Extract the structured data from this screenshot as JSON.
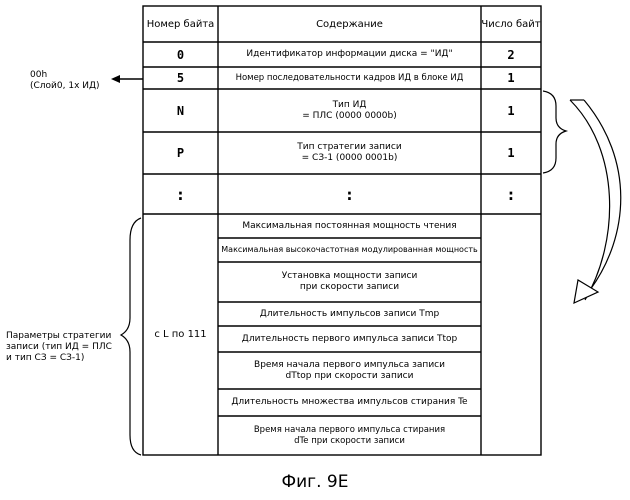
{
  "header": {
    "byte_no": "Номер байта",
    "content": "Содержание",
    "count": "Число байт"
  },
  "rows": [
    {
      "byte": "0",
      "content": "Идентификатор информации диска = \"ИД\"",
      "count": "2"
    },
    {
      "byte": "5",
      "content": "Номер последовательности кадров ИД в блоке ИД",
      "count": "1"
    },
    {
      "byte": "N",
      "content": "Тип ИД\n= ПЛС (0000 0000b)",
      "count": "1"
    },
    {
      "byte": "P",
      "content": "Тип стратегии записи\n= СЗ-1 (0000 0001b)",
      "count": "1"
    },
    {
      "byte": ":",
      "content": ":",
      "count": ":"
    }
  ],
  "group": {
    "byte": "c L по 111",
    "items": [
      "Максимальная постоянная мощность чтения",
      "Максимальная высокочастотная модулированная мощность",
      "Установка мощности записи\nпри скорости записи",
      "Длительность импульсов записи Tmp",
      "Длительность первого импульса записи Ttop",
      "Время начала первого импульса записи\ndTtop при скорости записи",
      "Длительность множества импульсов стирания Te",
      "Время начала первого импульса стирания\ndTe при скорости записи"
    ]
  },
  "annotations": {
    "left_top": "00h\n(Слой0, 1х ИД)",
    "left_params": "Параметры стратегии\nзаписи (тип ИД = ПЛС\nи тип СЗ = СЗ-1)"
  },
  "caption": "Фиг. 9E"
}
